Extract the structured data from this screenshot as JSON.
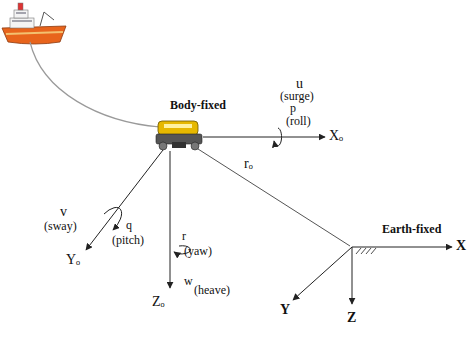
{
  "diagram": {
    "labels": [
      "Body-fixed",
      "u",
      "(surge)",
      "Xₒ",
      "p",
      "(roll)",
      "v",
      "(sway)",
      "q",
      "(pitch)",
      "Yₒ",
      "r",
      "(yaw)",
      "w",
      "(heave)",
      "Zₒ",
      "rₒ",
      "Earth-fixed",
      "X",
      "Y",
      "Z"
    ]
  }
}
